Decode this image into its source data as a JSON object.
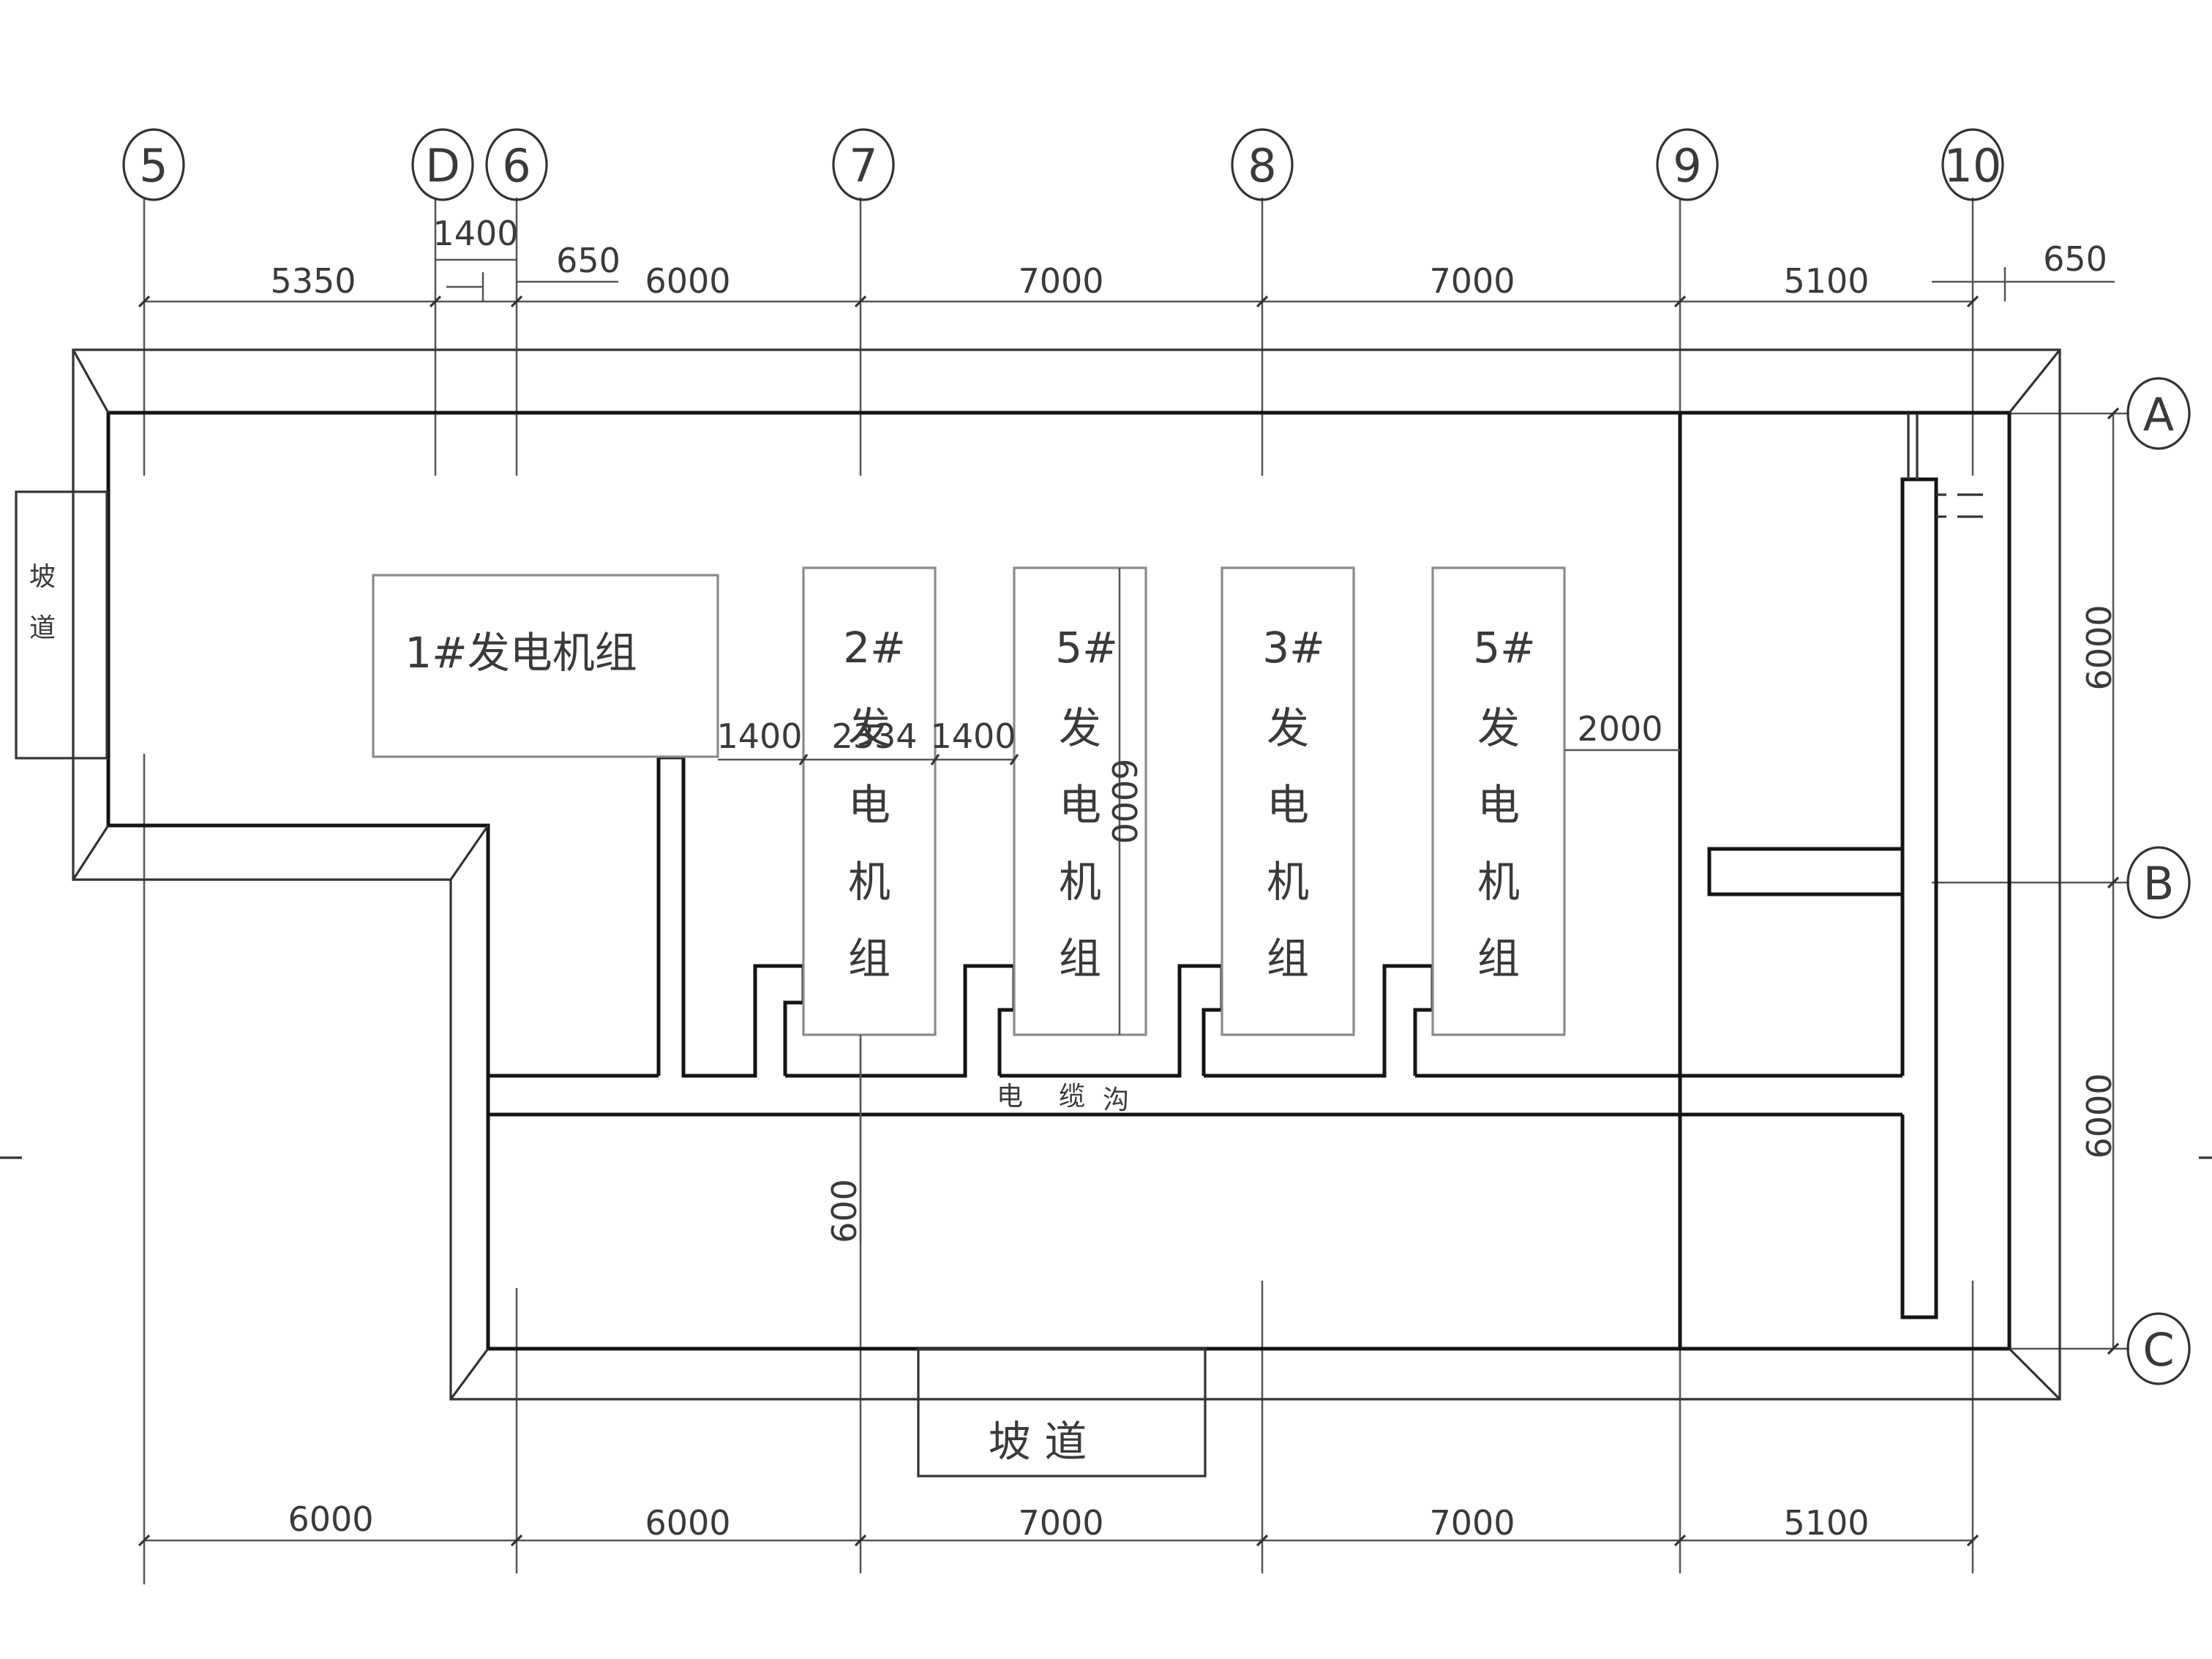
{
  "axes_top": [
    "5",
    "D",
    "6",
    "7",
    "8",
    "9",
    "10"
  ],
  "axes_right": [
    "A",
    "B",
    "C"
  ],
  "dims_top": {
    "d_5_D": "5350",
    "d_D_6": "1400",
    "d_6_offset": "650",
    "d_6_7": "6000",
    "d_7_8": "7000",
    "d_8_9": "7000",
    "d_9_10": "5100",
    "d_10_offset": "650"
  },
  "dims_bottom": [
    "6000",
    "6000",
    "7000",
    "7000",
    "5100"
  ],
  "dims_right": [
    "6000",
    "6000"
  ],
  "dims_inner": {
    "gap_a": "1400",
    "width_2": "2334",
    "gap_b": "1400",
    "gen_height": "6000",
    "gap_c": "2000",
    "trench_offset": "600"
  },
  "generators": {
    "g1": "1#发电机组",
    "g2": [
      "2#",
      "发",
      "电",
      "机",
      "组"
    ],
    "g3": [
      "5#",
      "发",
      "电",
      "机",
      "组"
    ],
    "g4": [
      "3#",
      "发",
      "电",
      "机",
      "组"
    ],
    "g5": [
      "5#",
      "发",
      "电",
      "机",
      "组"
    ]
  },
  "ramps": {
    "left": [
      "坡",
      "道"
    ],
    "bottom": "坡  道"
  },
  "cable_trench": [
    "电",
    "缆",
    "沟"
  ]
}
